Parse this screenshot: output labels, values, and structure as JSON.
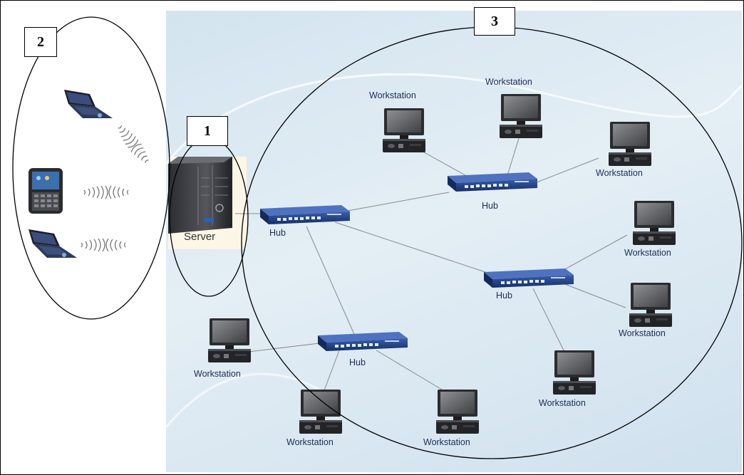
{
  "labels": {
    "callout_1": "1",
    "callout_2": "2",
    "callout_3": "3",
    "server": "Server",
    "hub": "Hub",
    "workstation": "Workstation"
  },
  "icons": [
    "laptop-icon",
    "smartphone-icon",
    "wireless-signal-icon",
    "server-tower-icon",
    "hub-switch-icon",
    "workstation-computer-icon"
  ],
  "colors": {
    "panel": "#dde9f2",
    "link_line": "#8a8a8a",
    "hub_blue": "#1d3c7a",
    "label_text": "#1d2c57"
  }
}
